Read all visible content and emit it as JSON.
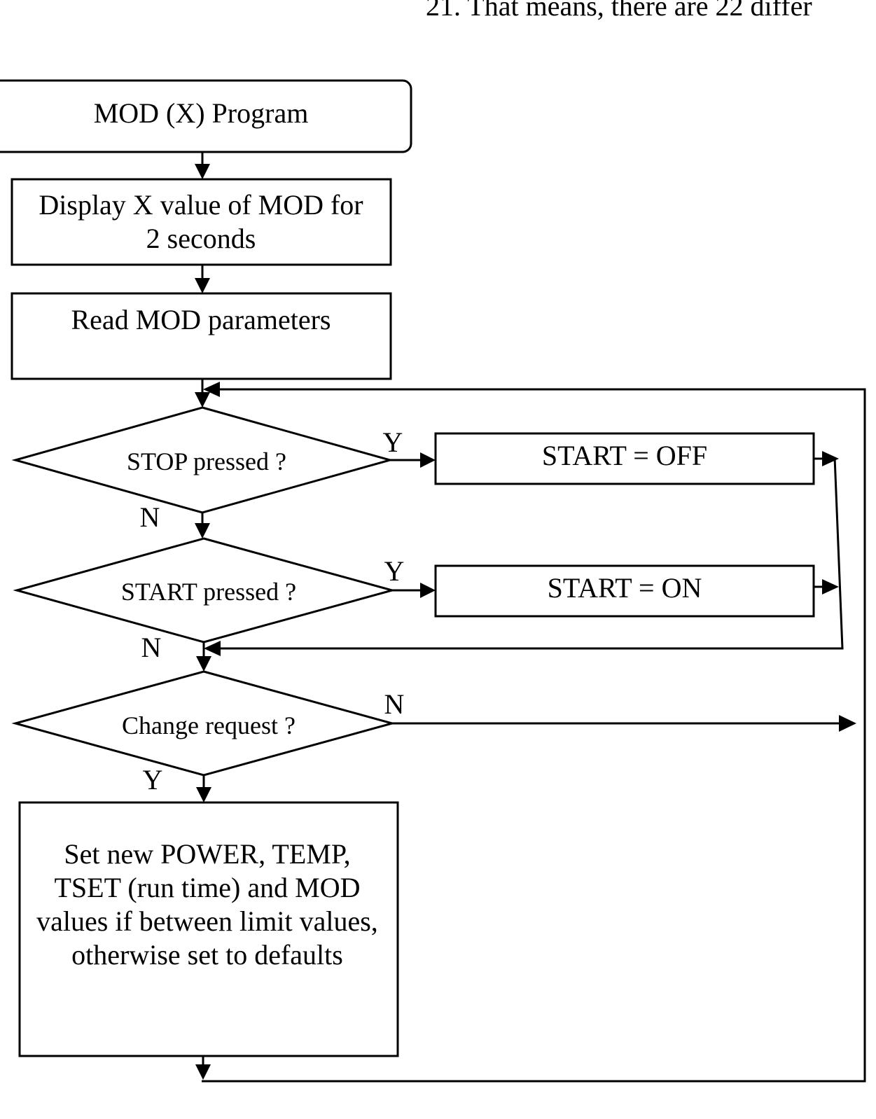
{
  "header_fragment": "21.  That   means,   there  are 22  differ",
  "nodes": {
    "start": "MOD (X) Program",
    "display_line1": "Display X value of MOD for",
    "display_line2": "2 seconds",
    "read": "Read MOD parameters",
    "stop_decision": "STOP pressed ?",
    "start_decision": "START pressed ?",
    "change_decision": "Change request ?",
    "start_off": "START = OFF",
    "start_on": "START = ON",
    "set_line1": "Set new POWER, TEMP,",
    "set_line2": "TSET (run time) and MOD",
    "set_line3": "values if between limit values,",
    "set_line4": "otherwise set to defaults"
  },
  "branch_labels": {
    "stop_yes": "Y",
    "stop_no": "N",
    "start_yes": "Y",
    "start_no": "N",
    "change_no": "N",
    "change_yes": "Y"
  }
}
